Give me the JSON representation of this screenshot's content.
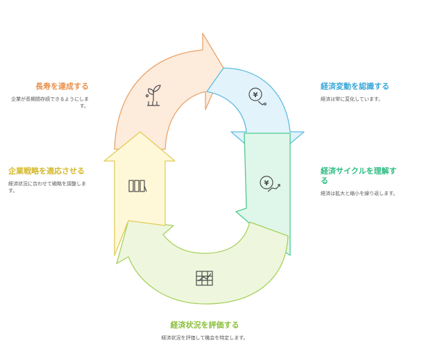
{
  "steps": [
    {
      "title": "長寿を達成する",
      "desc": "企業が長期間存続できるようにします。",
      "icon": "plant-growth-icon",
      "color": "#e9904a"
    },
    {
      "title": "経済変動を認識する",
      "desc": "経済は常に変化しています。",
      "icon": "yen-coin-down-icon",
      "color": "#3aa8d8"
    },
    {
      "title": "経済サイクルを理解する",
      "desc": "経済は拡大と縮小を繰り返します。",
      "icon": "yen-coin-up-icon",
      "color": "#2ebd82"
    },
    {
      "title": "経済状況を評価する",
      "desc": "経済状況を評価して機会を特定します。",
      "icon": "bar-chart-icon",
      "color": "#8abf3a"
    },
    {
      "title": "企業戦略を適応させる",
      "desc": "経済状況に合わせて戦略を調整します。",
      "icon": "strategy-columns-icon",
      "color": "#d4b92a"
    }
  ]
}
